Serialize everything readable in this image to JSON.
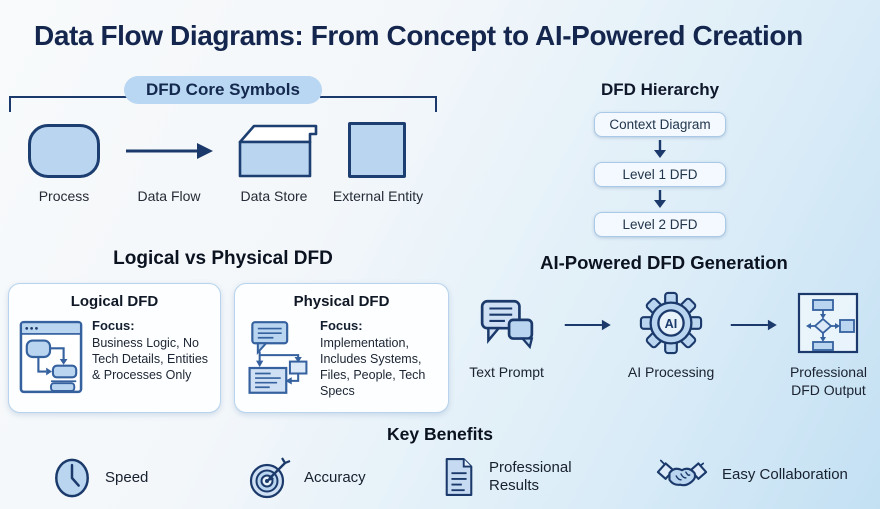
{
  "page": {
    "title": "Data Flow Diagrams: From Concept to AI-Powered Creation"
  },
  "core_symbols": {
    "header": "DFD Core Symbols",
    "items": [
      {
        "label": "Process",
        "icon": "rounded-rectangle"
      },
      {
        "label": "Data Flow",
        "icon": "arrow-right"
      },
      {
        "label": "Data Store",
        "icon": "open-box"
      },
      {
        "label": "External Entity",
        "icon": "square"
      }
    ]
  },
  "hierarchy": {
    "title": "DFD Hierarchy",
    "levels": [
      {
        "label": "Context Diagram"
      },
      {
        "label": "Level 1 DFD"
      },
      {
        "label": "Level 2 DFD"
      }
    ]
  },
  "comparison": {
    "title": "Logical vs Physical DFD",
    "cards": [
      {
        "title": "Logical DFD",
        "focus_label": "Focus:",
        "focus_text": "Business Logic, No Tech Details, Entities & Processes Only",
        "icon": "window-flowchart"
      },
      {
        "title": "Physical DFD",
        "focus_label": "Focus:",
        "focus_text": "Implementation, Includes Systems, Files, People, Tech Specs",
        "icon": "chat-flowchart"
      }
    ]
  },
  "ai_generation": {
    "title": "AI-Powered DFD Generation",
    "steps": [
      {
        "label": "Text Prompt",
        "icon": "chat-bubbles"
      },
      {
        "label": "AI Processing",
        "icon": "ai-gear",
        "badge": "AI"
      },
      {
        "label": "Professional DFD Output",
        "icon": "flowchart-output"
      }
    ]
  },
  "benefits": {
    "title": "Key Benefits",
    "items": [
      {
        "label": "Speed",
        "icon": "clock"
      },
      {
        "label": "Accuracy",
        "icon": "target"
      },
      {
        "label": "Professional Results",
        "icon": "document"
      },
      {
        "label": "Easy Collaboration",
        "icon": "handshake"
      }
    ]
  },
  "colors": {
    "navy": "#1b3a6b",
    "title_navy": "#14264d",
    "light_blue_fill": "#b9d5f0",
    "pale_blue_fill": "#cfe0f4",
    "pill_bg": "#b9d6f2",
    "card_border": "#b7d3ee",
    "hierarchy_box_border": "#a9c9e8",
    "background_start": "#f8fafb",
    "background_end": "#c3e0f3"
  }
}
